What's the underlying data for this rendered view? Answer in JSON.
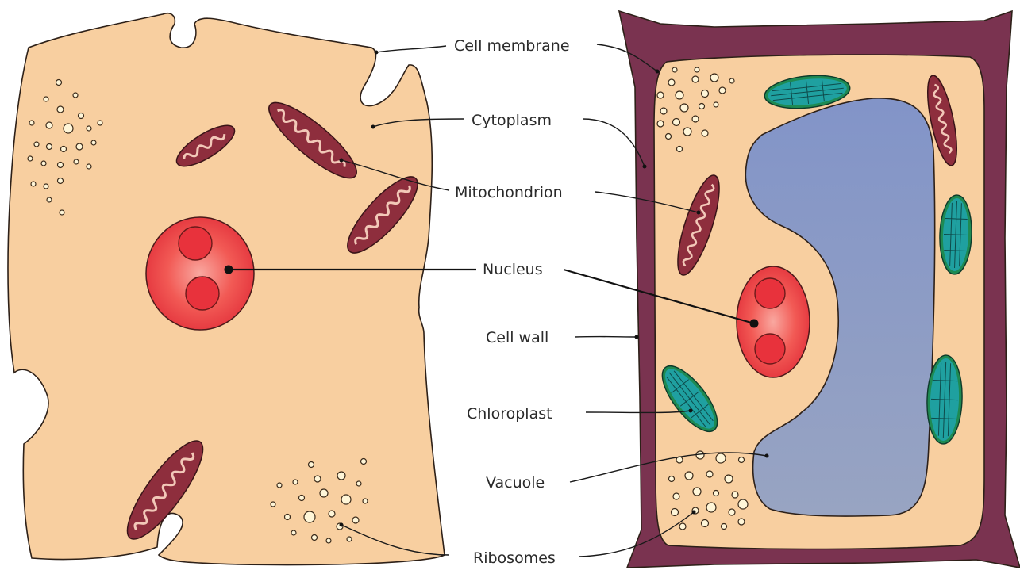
{
  "labels": {
    "cell_membrane": "Cell membrane",
    "cytoplasm": "Cytoplasm",
    "mitochondrion": "Mitochondrion",
    "nucleus": "Nucleus",
    "cell_wall": "Cell wall",
    "chloroplast": "Chloroplast",
    "vacuole": "Vacuole",
    "ribosomes": "Ribosomes"
  },
  "colors": {
    "cytoplasm": "#F8CFA0",
    "cell_wall": "#7A3350",
    "mitochondrion": "#8E2E3D",
    "mitochondrion_cristae": "#F2C8B8",
    "nucleus": "#F04E4E",
    "nucleolus": "#E8323C",
    "vacuole": "#8A9AC8",
    "chloroplast": "#1FA0A0",
    "chloroplast_edge": "#1E8A52",
    "ribosome": "#FFF6D8"
  }
}
